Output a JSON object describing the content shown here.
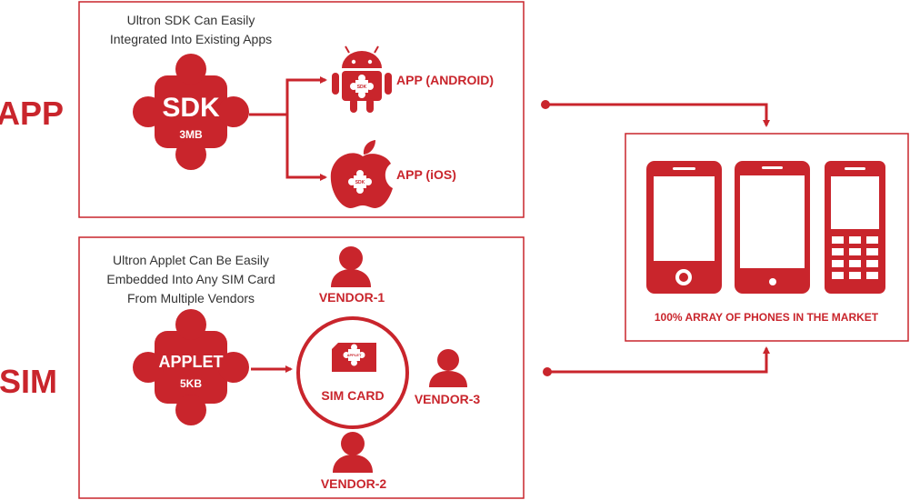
{
  "colors": {
    "accent": "#C9252C",
    "text_dark": "#333333",
    "background": "#ffffff"
  },
  "side_labels": {
    "app": "APP",
    "sim": "SIM"
  },
  "app_panel": {
    "intro_line1": "Ultron SDK Can Easily",
    "intro_line2": "Integrated Into Existing Apps",
    "sdk_title": "SDK",
    "sdk_size": "3MB",
    "android_label": "APP (ANDROID)",
    "ios_label": "APP (iOS)",
    "icon_badge": "SDK"
  },
  "sim_panel": {
    "intro_line1": "Ultron Applet Can Be Easily",
    "intro_line2": "Embedded Into Any SIM Card",
    "intro_line3": "From Multiple Vendors",
    "applet_title": "APPLET",
    "applet_size": "5KB",
    "sim_card_label": "SIM CARD",
    "sim_chip_text": "APPLET",
    "vendor1": "VENDOR-1",
    "vendor2": "VENDOR-2",
    "vendor3": "VENDOR-3"
  },
  "phones_panel": {
    "caption": "100% ARRAY OF PHONES IN THE MARKET"
  }
}
